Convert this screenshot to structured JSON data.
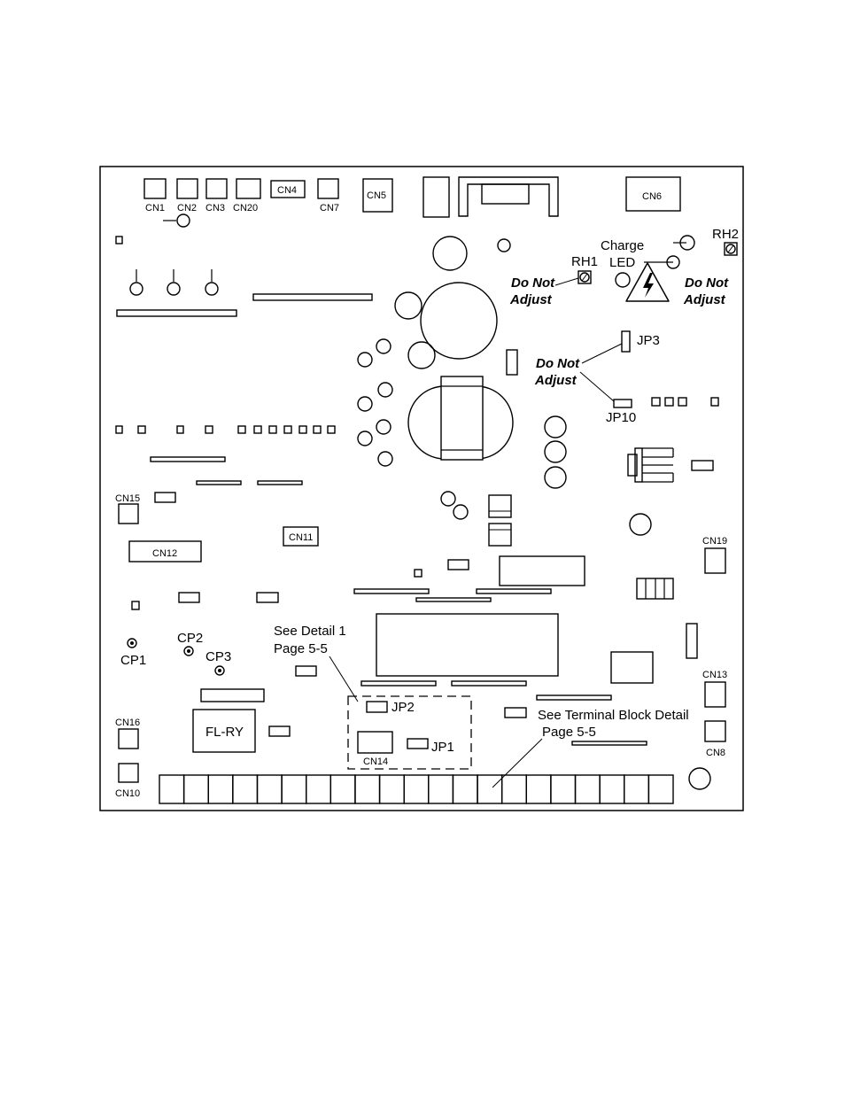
{
  "connectors": {
    "cn1": "CN1",
    "cn2": "CN2",
    "cn3": "CN3",
    "cn20": "CN20",
    "cn4": "CN4",
    "cn7": "CN7",
    "cn5": "CN5",
    "cn6": "CN6",
    "cn15": "CN15",
    "cn12": "CN12",
    "cn11": "CN11",
    "cn19": "CN19",
    "cn13": "CN13",
    "cn8": "CN8",
    "cn16": "CN16",
    "cn10": "CN10",
    "cn14": "CN14"
  },
  "adjustments": {
    "rh1": "RH1",
    "rh2": "RH2"
  },
  "jumpers": {
    "jp1": "JP1",
    "jp2": "JP2",
    "jp3": "JP3",
    "jp10": "JP10"
  },
  "test_points": {
    "cp1": "CP1",
    "cp2": "CP2",
    "cp3": "CP3"
  },
  "charge_led": {
    "line1": "Charge",
    "line2": "LED"
  },
  "warnings": {
    "rh1_line1": "Do Not",
    "rh1_line2": "Adjust",
    "rh2_line1": "Do Not",
    "rh2_line2": "Adjust",
    "jp_line1": "Do Not",
    "jp_line2": "Adjust"
  },
  "relay": "FL-RY",
  "callouts": {
    "detail_line1": "See Detail 1",
    "detail_line2": "Page 5-5",
    "terminal_line1": "See Terminal  Block Detail",
    "terminal_line2": "Page 5-5"
  },
  "terminal_block_positions": 21
}
